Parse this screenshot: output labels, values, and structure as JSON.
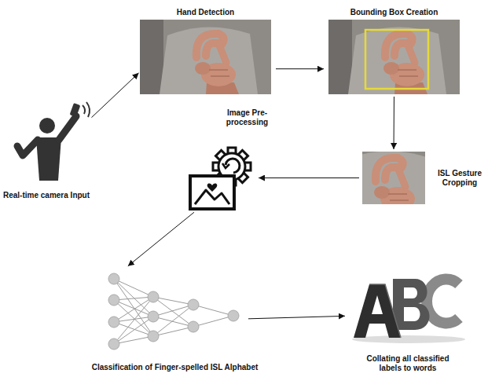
{
  "diagram": {
    "nodes": [
      {
        "text": [
          "Real-time camera Input"
        ]
      },
      {
        "text": [
          "Hand Detection"
        ]
      },
      {
        "text": [
          "Bounding Box Creation"
        ]
      },
      {
        "text": [
          "ISL Gesture Cropping"
        ]
      },
      {
        "text": [
          "Image Pre-processing"
        ]
      },
      {
        "text": [
          "Classification of Finger-spelled ISL Alphabet"
        ]
      },
      {
        "text": [
          "Collating all classified labels to words"
        ]
      }
    ],
    "edges": [
      {
        "from": 0,
        "to": 1,
        "arrow": "to"
      },
      {
        "from": 1,
        "to": 2,
        "arrow": "to"
      },
      {
        "from": 2,
        "to": 3,
        "arrow": "to"
      },
      {
        "from": 3,
        "to": 4,
        "arrow": "to"
      },
      {
        "from": 4,
        "to": 5,
        "arrow": "to"
      },
      {
        "from": 5,
        "to": 6,
        "arrow": "to"
      }
    ]
  }
}
